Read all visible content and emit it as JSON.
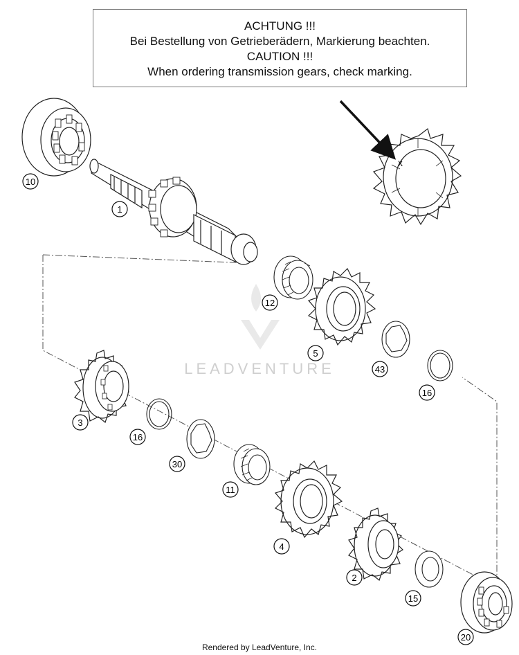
{
  "notice": {
    "line1": "ACHTUNG !!!",
    "line2": "Bei Bestellung von Getrieberädern, Markierung beachten.",
    "line3": "CAUTION !!!",
    "line4": "When ordering transmission gears, check marking."
  },
  "marking_symbol": "x",
  "watermark": "LEADVENTURE",
  "footer": "Rendered by LeadVenture, Inc.",
  "callouts": [
    {
      "id": "c10a",
      "label": "10"
    },
    {
      "id": "c1",
      "label": "1"
    },
    {
      "id": "c12",
      "label": "12"
    },
    {
      "id": "c5",
      "label": "5"
    },
    {
      "id": "c43",
      "label": "43"
    },
    {
      "id": "c16a",
      "label": "16"
    },
    {
      "id": "c3",
      "label": "3"
    },
    {
      "id": "c16b",
      "label": "16"
    },
    {
      "id": "c30",
      "label": "30"
    },
    {
      "id": "c11",
      "label": "11"
    },
    {
      "id": "c4",
      "label": "4"
    },
    {
      "id": "c2",
      "label": "2"
    },
    {
      "id": "c15",
      "label": "15"
    },
    {
      "id": "c20",
      "label": "20"
    }
  ]
}
